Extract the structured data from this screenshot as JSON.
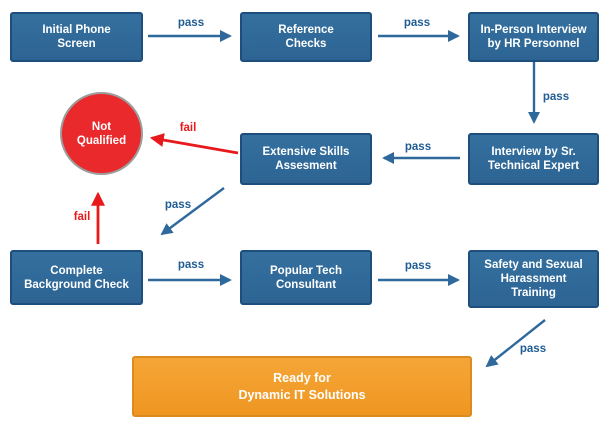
{
  "diagram": {
    "type": "flowchart",
    "background": "#ffffff",
    "colors": {
      "process_fill": "#2f699c",
      "process_border": "#1d4e7c",
      "process_text": "#ffffff",
      "fail_node_fill": "#e9292c",
      "fail_node_border": "#9d9d9d",
      "terminal_fill": "#f29c28",
      "terminal_border": "#db8b1f",
      "pass_arrow": "#2f699c",
      "pass_label": "#1f5c94",
      "fail_arrow": "#e8191c",
      "fail_label": "#e8191c"
    },
    "nodes": [
      {
        "id": "initial-phone-screen",
        "shape": "rect",
        "label": "Initial Phone\nScreen"
      },
      {
        "id": "reference-checks",
        "shape": "rect",
        "label": "Reference\nChecks"
      },
      {
        "id": "in-person-interview",
        "shape": "rect",
        "label": "In-Person Interview\nby HR Personnel"
      },
      {
        "id": "interview-sr-technical",
        "shape": "rect",
        "label": "Interview by Sr.\nTechnical Expert"
      },
      {
        "id": "extensive-skills-assesment",
        "shape": "rect",
        "label": "Extensive Skills\nAssesment"
      },
      {
        "id": "not-qualified",
        "shape": "circle",
        "label": "Not\nQualified"
      },
      {
        "id": "complete-background-check",
        "shape": "rect",
        "label": "Complete\nBackground Check"
      },
      {
        "id": "popular-tech-consultant",
        "shape": "rect",
        "label": "Popular Tech\nConsultant"
      },
      {
        "id": "safety-harassment-training",
        "shape": "rect",
        "label": "Safety and Sexual\nHarassment\nTraining"
      },
      {
        "id": "ready-dynamic-it",
        "shape": "terminal",
        "label": "Ready for\nDynamic IT Solutions"
      }
    ],
    "edges": [
      {
        "from": "initial-phone-screen",
        "to": "reference-checks",
        "result": "pass",
        "label": "pass"
      },
      {
        "from": "reference-checks",
        "to": "in-person-interview",
        "result": "pass",
        "label": "pass"
      },
      {
        "from": "in-person-interview",
        "to": "interview-sr-technical",
        "result": "pass",
        "label": "pass"
      },
      {
        "from": "interview-sr-technical",
        "to": "extensive-skills-assesment",
        "result": "pass",
        "label": "pass"
      },
      {
        "from": "extensive-skills-assesment",
        "to": "not-qualified",
        "result": "fail",
        "label": "fail"
      },
      {
        "from": "extensive-skills-assesment",
        "to": "complete-background-check",
        "result": "pass",
        "label": "pass"
      },
      {
        "from": "complete-background-check",
        "to": "not-qualified",
        "result": "fail",
        "label": "fail"
      },
      {
        "from": "complete-background-check",
        "to": "popular-tech-consultant",
        "result": "pass",
        "label": "pass"
      },
      {
        "from": "popular-tech-consultant",
        "to": "safety-harassment-training",
        "result": "pass",
        "label": "pass"
      },
      {
        "from": "safety-harassment-training",
        "to": "ready-dynamic-it",
        "result": "pass",
        "label": "pass"
      }
    ]
  }
}
